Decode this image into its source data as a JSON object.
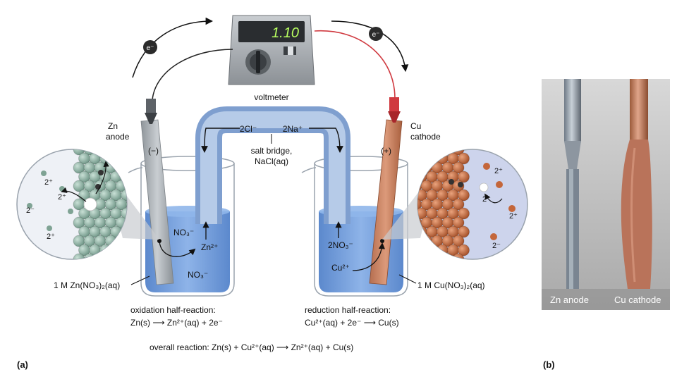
{
  "voltmeter": {
    "reading": "1.10",
    "label": "voltmeter"
  },
  "electrons": {
    "left": "e⁻",
    "right": "e⁻"
  },
  "anode": {
    "line1": "Zn",
    "line2": "anode",
    "sign": "(−)"
  },
  "cathode": {
    "line1": "Cu",
    "line2": "cathode",
    "sign": "(+)"
  },
  "salt_bridge": {
    "ion_left": "2Cl⁻",
    "ion_right": "2Na⁺",
    "line1": "salt bridge,",
    "line2": "NaCl(aq)"
  },
  "left_beaker": {
    "ion_no3_top": "NO₃⁻",
    "ion_zn": "Zn²⁺",
    "ion_no3_bottom": "NO₃⁻",
    "solution": "1 M Zn(NO₃)₂(aq)"
  },
  "right_beaker": {
    "ion_no3": "2NO₃⁻",
    "ion_cu": "Cu²⁺",
    "solution": "1 M Cu(NO₃)₂(aq)"
  },
  "left_zoom": {
    "ions": [
      "2⁺",
      "2⁺",
      "2⁻",
      "2⁺"
    ]
  },
  "right_zoom": {
    "ions": [
      "2⁺",
      "2⁻",
      "2⁺",
      "2⁻"
    ]
  },
  "oxidation": {
    "title": "oxidation half-reaction:",
    "equation": "Zn(s) ⟶ Zn²⁺(aq) + 2e⁻"
  },
  "reduction": {
    "title": "reduction half-reaction:",
    "equation": "Cu²⁺(aq) + 2e⁻ ⟶ Cu(s)"
  },
  "overall": "overall reaction: Zn(s) + Cu²⁺(aq) ⟶ Zn²⁺(aq) + Cu(s)",
  "panel_a": "(a)",
  "panel_b": "(b)",
  "photo": {
    "left_label": "Zn anode",
    "right_label": "Cu cathode"
  },
  "colors": {
    "solution": "#5b8fd6",
    "zinc": "#8fb3a5",
    "copper": "#c4663a",
    "wire_red": "#d03a40",
    "display": "#b8ff60"
  }
}
